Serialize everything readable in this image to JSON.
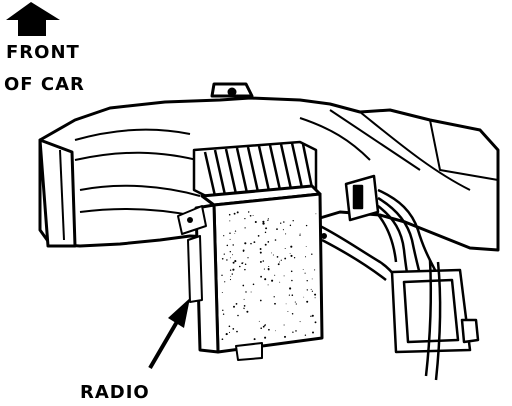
{
  "labels": {
    "front_line_1": "FRONT",
    "front_line_2": "OF CAR",
    "radio": "RADIO"
  },
  "colors": {
    "ink": "#000000",
    "paper": "#ffffff"
  }
}
